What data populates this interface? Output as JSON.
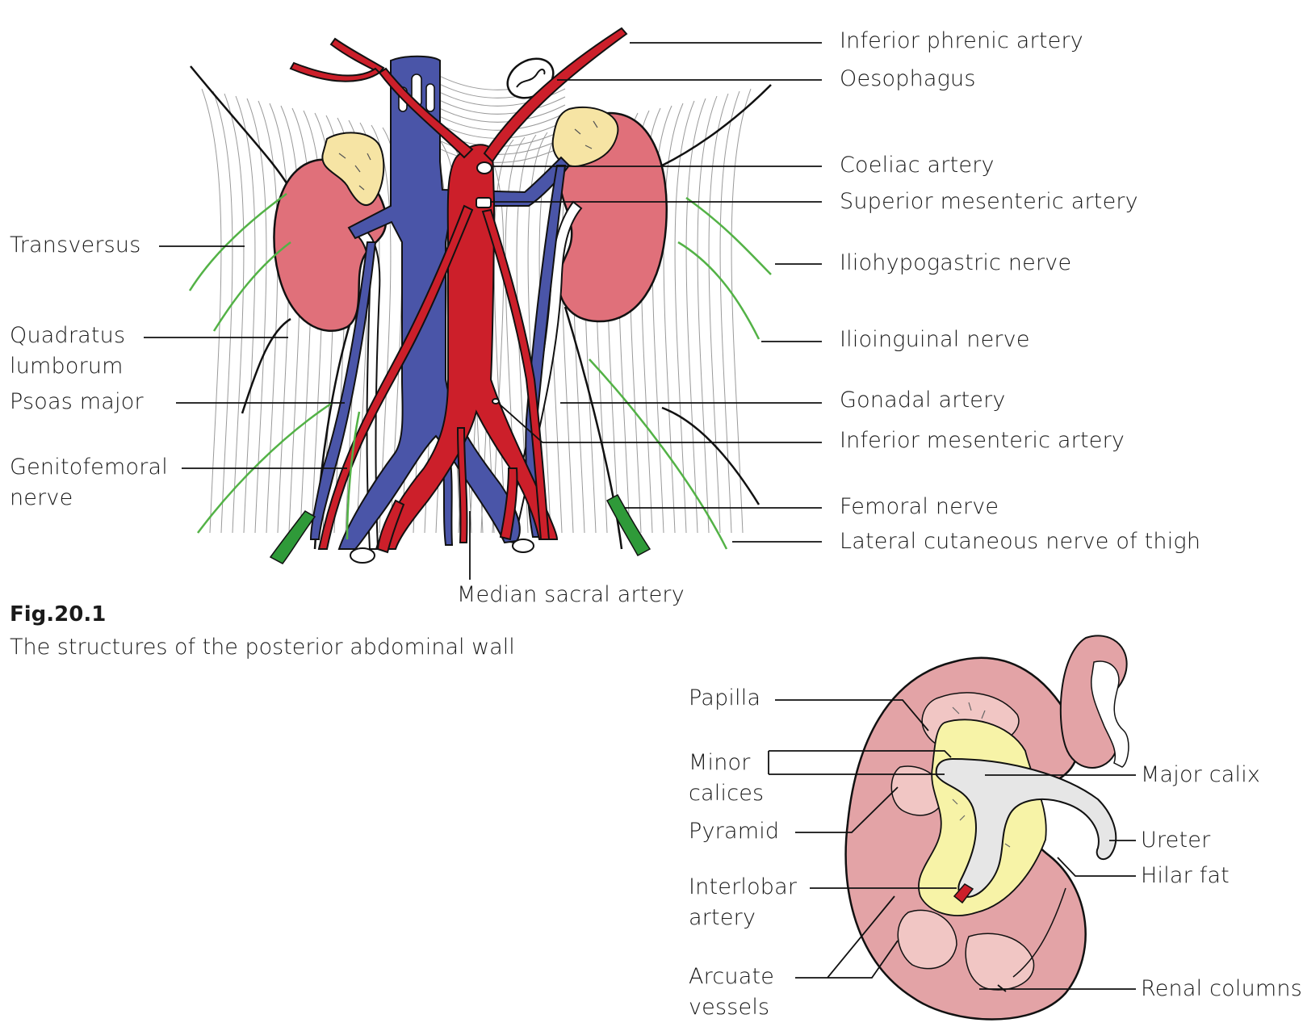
{
  "figure": {
    "number": "Fig.20.1",
    "caption": "The structures of the posterior abdominal wall"
  },
  "colors": {
    "vein": "#4a55a8",
    "artery": "#cc1f2a",
    "kidney": "#e0707a",
    "adrenal": "#f6e4a4",
    "nerve": "#53b246",
    "femoral_nerve": "#2f9a39",
    "renal_cortex": "#e3a3a6",
    "renal_fat": "#f7f3a7",
    "calix": "#e6e6e6"
  },
  "abdominal_labels": {
    "inferior_phrenic_artery": "Inferior phrenic artery",
    "oesophagus": "Oesophagus",
    "coeliac_artery": "Coeliac artery",
    "superior_mesenteric_artery": "Superior mesenteric artery",
    "iliohypogastric_nerve": "Iliohypogastric nerve",
    "ilioinguinal_nerve": "Ilioinguinal nerve",
    "gonadal_artery": "Gonadal artery",
    "inferior_mesenteric_artery": "Inferior mesenteric artery",
    "femoral_nerve": "Femoral nerve",
    "lateral_cutaneous_nerve": "Lateral cutaneous nerve of thigh",
    "median_sacral_artery": "Median sacral artery",
    "transversus": "Transversus",
    "quadratus_lumborum": "Quadratus lumborum",
    "psoas_major": "Psoas major",
    "genitofemoral_nerve": "Genitofemoral nerve"
  },
  "kidney_labels": {
    "papilla": "Papilla",
    "minor_calices": "Minor calices",
    "pyramid": "Pyramid",
    "interlobar_artery": "Interlobar artery",
    "arcuate_vessels": "Arcuate vessels",
    "major_calix": "Major calix",
    "ureter": "Ureter",
    "hilar_fat": "Hilar fat",
    "renal_columns": "Renal columns"
  }
}
